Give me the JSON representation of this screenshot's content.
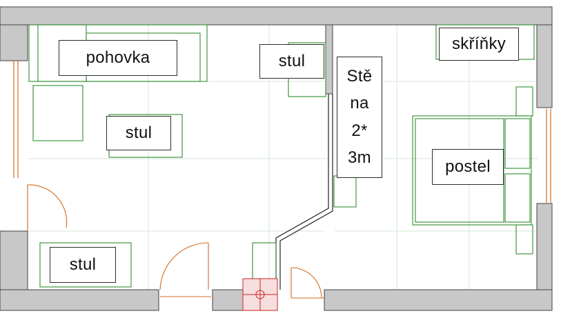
{
  "labels": {
    "sofa": "pohovka",
    "table_center": "stul",
    "table_left": "stul",
    "table_bottom": "stul",
    "cabinets": "skříňky",
    "bed": "postel",
    "wall_note": [
      "Stě",
      "na",
      "2*",
      "3m"
    ]
  },
  "colors": {
    "wall": "#c8c8c8",
    "wall_edge": "#404040",
    "furniture": "#2e8b2e",
    "grid": "#cfe5cf",
    "door": "#d2691e",
    "toilet": "#cc2222"
  }
}
